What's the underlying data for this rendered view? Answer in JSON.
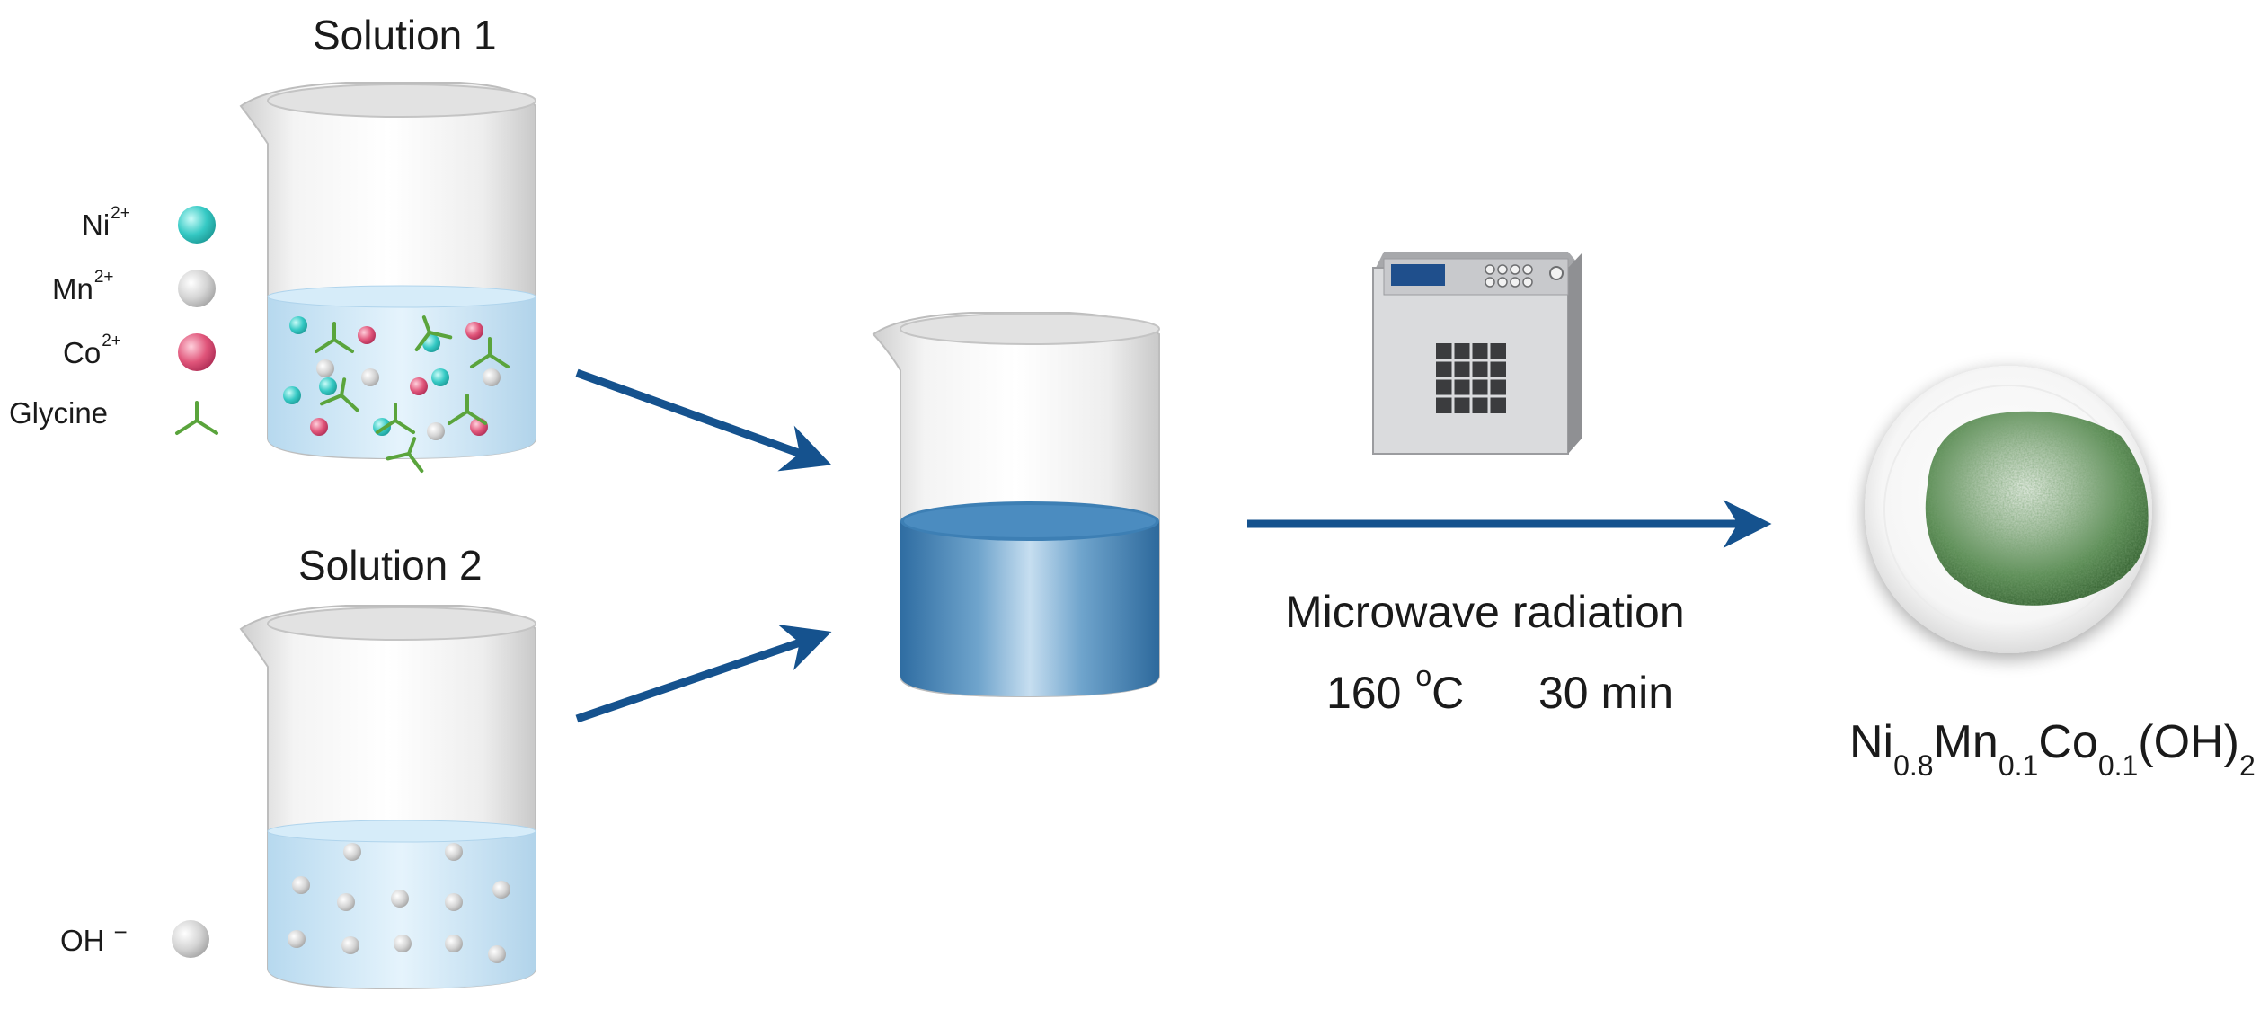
{
  "solution1": {
    "title": "Solution 1",
    "legend": [
      {
        "label": "Ni",
        "charge": "2+",
        "color": "#35c9c4"
      },
      {
        "label": "Mn",
        "charge": "2+",
        "color": "#cccccc"
      },
      {
        "label": "Co",
        "charge": "2+",
        "color": "#e0557a"
      },
      {
        "label": "Glycine",
        "charge": "",
        "color": "#5aa43c"
      }
    ]
  },
  "solution2": {
    "title": "Solution 2",
    "legend": {
      "label": "OH",
      "charge": "−",
      "color": "#cccccc"
    }
  },
  "process": {
    "line1": "Microwave radiation",
    "temp_value": "160",
    "temp_degree": "o",
    "temp_unit": "C",
    "time": "30 min"
  },
  "product": {
    "parts": [
      {
        "el": "Ni",
        "sub": "0.8"
      },
      {
        "el": "Mn",
        "sub": "0.1"
      },
      {
        "el": "Co",
        "sub": "0.1"
      },
      {
        "el": "(OH)",
        "sub": "2"
      }
    ]
  },
  "colors": {
    "arrow": "#15528e",
    "mixed_solution": "#3d7fb4",
    "light_solution": "#c4e3f7",
    "powder": "#5e8f58"
  }
}
